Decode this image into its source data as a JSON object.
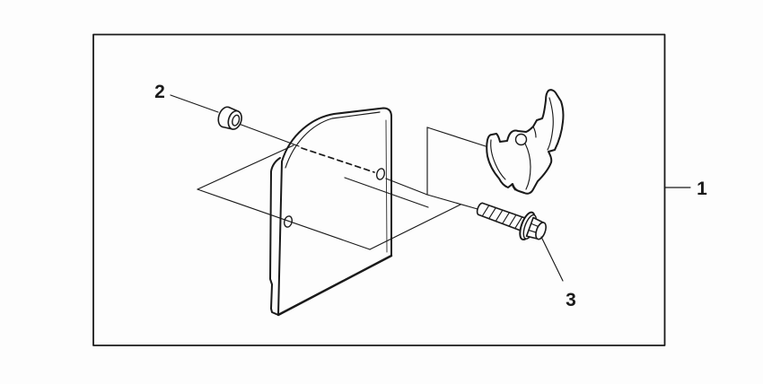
{
  "diagram": {
    "background": "#fdfdfd",
    "line_color": "#1a1a1a",
    "callouts": {
      "part1": "1",
      "part2": "2",
      "part3": "3"
    }
  }
}
